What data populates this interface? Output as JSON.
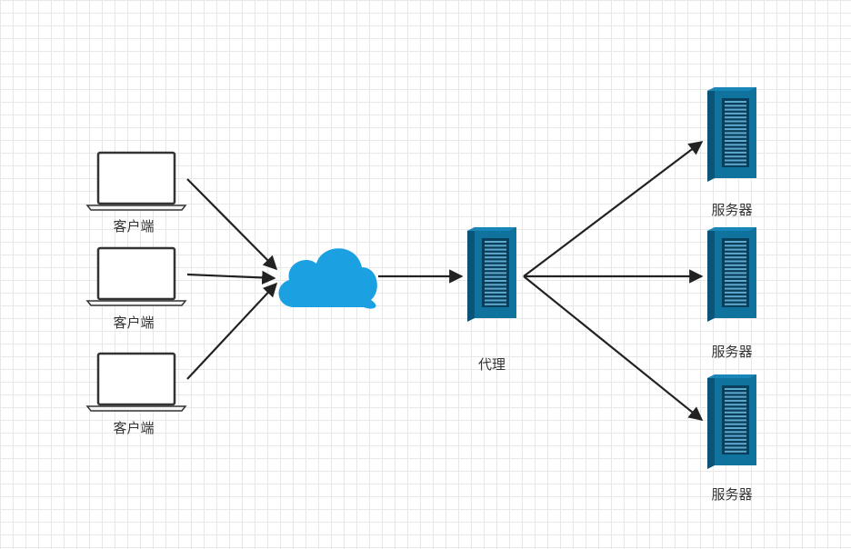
{
  "diagram": {
    "clients": [
      {
        "label": "客户端"
      },
      {
        "label": "客户端"
      },
      {
        "label": "客户端"
      }
    ],
    "cloud": {
      "icon": "cloud-icon",
      "color": "#1ba1e2"
    },
    "proxy": {
      "label": "代理",
      "icon": "server-icon"
    },
    "servers": [
      {
        "label": "服务器"
      },
      {
        "label": "服务器"
      },
      {
        "label": "服务器"
      }
    ],
    "colors": {
      "server_face": "#10739e",
      "server_side": "#0b5478",
      "cloud": "#1ba1e2",
      "arrow": "#222222",
      "laptop_outline": "#333333"
    }
  }
}
